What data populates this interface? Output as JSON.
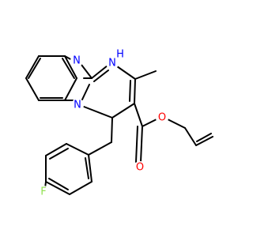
{
  "molecule": {
    "atom_labels": {
      "imine_nitrogen": "N",
      "amine_nitrogen": "N",
      "amine_hydrogen": "H",
      "ring_fusion_nitrogen": "N",
      "fluorine": "F",
      "carbonyl_oxygen": "O",
      "ester_oxygen": "O"
    },
    "colors": {
      "bond": "#000000",
      "nitrogen": "#0000ff",
      "oxygen": "#ff0000",
      "fluorine": "#90e050",
      "background": "#ffffff"
    }
  }
}
